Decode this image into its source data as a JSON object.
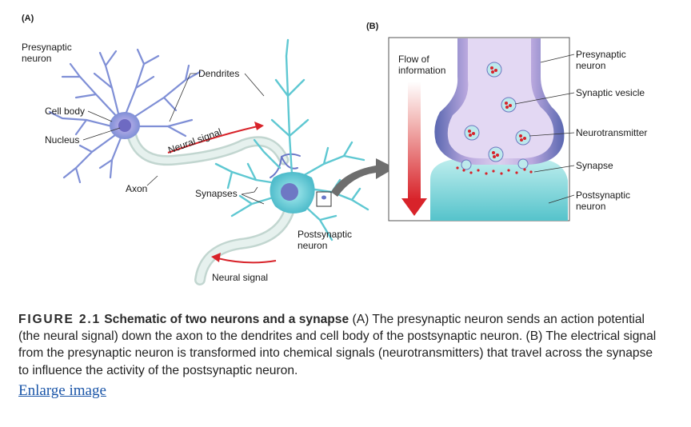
{
  "panel_a": {
    "tag": "(A)",
    "presynaptic_line1": "Presynaptic",
    "presynaptic_line2": "neuron",
    "dendrites": "Dendrites",
    "cell_body": "Cell body",
    "nucleus": "Nucleus",
    "neural_signal_upper": "Neural signal",
    "axon": "Axon",
    "synapses": "Synapses",
    "postsynaptic_line1": "Postsynaptic",
    "postsynaptic_line2": "neuron",
    "neural_signal_lower": "Neural signal"
  },
  "panel_b": {
    "tag": "(B)",
    "flow_line1": "Flow of",
    "flow_line2": "information",
    "presynaptic_line1": "Presynaptic",
    "presynaptic_line2": "neuron",
    "synaptic_vesicle": "Synaptic  vesicle",
    "neurotransmitter": "Neurotransmitter",
    "synapse": "Synapse",
    "postsynaptic_line1": "Postsynaptic",
    "postsynaptic_line2": "neuron"
  },
  "caption": {
    "figure_number": "FIGURE 2.1",
    "title": "Schematic of two neurons and a synapse",
    "body": "(A) The presynaptic neuron sends an action potential (the neural signal) down the axon to the dendrites and cell body of the postsynaptic neuron. (B) The electrical signal from the presynaptic neuron is transformed into chemical signals (neurotransmitters) that travel across the synapse to influence the activity of the postsynaptic neuron."
  },
  "link": {
    "enlarge": "Enlarge image"
  },
  "colors": {
    "presynaptic_neuron": "#7f8fd6",
    "postsynaptic_neuron": "#5fc8d2",
    "axon_sheath": "#d4e6e2",
    "signal_arrow": "#d8232a",
    "panel_arrow": "#6e6e6e",
    "link": "#1a55a8"
  }
}
